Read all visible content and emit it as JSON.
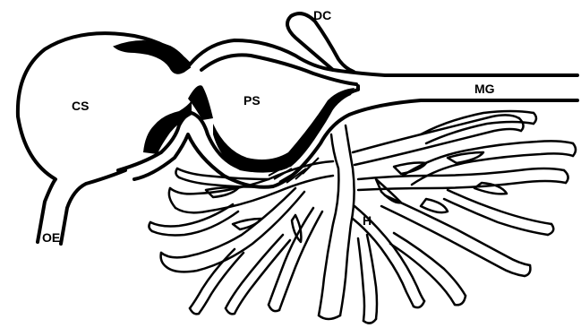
{
  "labels": {
    "cs": "CS",
    "ps": "PS",
    "dc": "DC",
    "mg": "MG",
    "h": "H",
    "oe": "OE"
  },
  "colors": {
    "ink": "#000000",
    "paper": "#ffffff"
  }
}
